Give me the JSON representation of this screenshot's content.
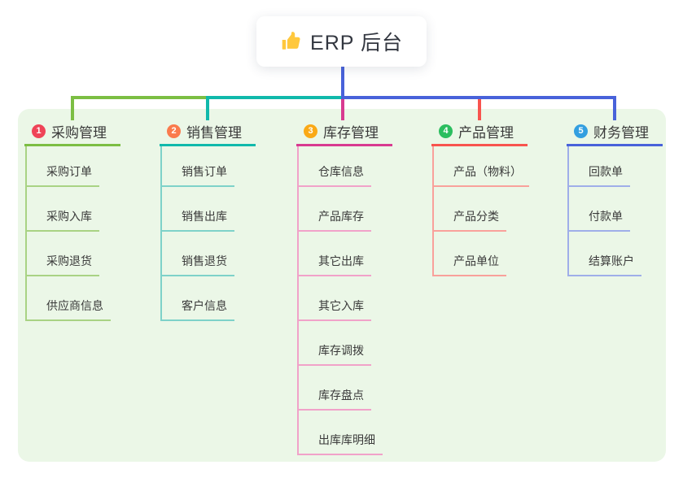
{
  "root": {
    "title": "ERP 后台",
    "icon": "thumbs-up-icon"
  },
  "branches": [
    {
      "badge": "1",
      "title": "采购管理",
      "badge_color": "#EF4458",
      "line_color": "#7CBE43",
      "child_line_color": "#A9D384",
      "children": [
        "采购订单",
        "采购入库",
        "采购退货",
        "供应商信息"
      ]
    },
    {
      "badge": "2",
      "title": "销售管理",
      "badge_color": "#FA7B4D",
      "line_color": "#10B9AB",
      "child_line_color": "#7ED2C9",
      "children": [
        "销售订单",
        "销售出库",
        "销售退货",
        "客户信息"
      ]
    },
    {
      "badge": "3",
      "title": "库存管理",
      "badge_color": "#FAA916",
      "line_color": "#D83A90",
      "child_line_color": "#F1A2C9",
      "children": [
        "仓库信息",
        "产品库存",
        "其它出库",
        "其它入库",
        "库存调拨",
        "库存盘点",
        "出库库明细"
      ]
    },
    {
      "badge": "4",
      "title": "产品管理",
      "badge_color": "#2BBE5F",
      "line_color": "#F8544E",
      "child_line_color": "#F9A19B",
      "children": [
        "产品（物料）",
        "产品分类",
        "产品单位"
      ]
    },
    {
      "badge": "5",
      "title": "财务管理",
      "badge_color": "#339FE0",
      "line_color": "#4862DA",
      "child_line_color": "#9FAEE9",
      "children": [
        "回款单",
        "付款单",
        "结算账户"
      ]
    }
  ],
  "colors": {
    "panel_bg": "#EBF7E7",
    "root_stem": "#4862DA",
    "thumb_icon": "#FFC83D",
    "text": "#3a3a3a"
  }
}
